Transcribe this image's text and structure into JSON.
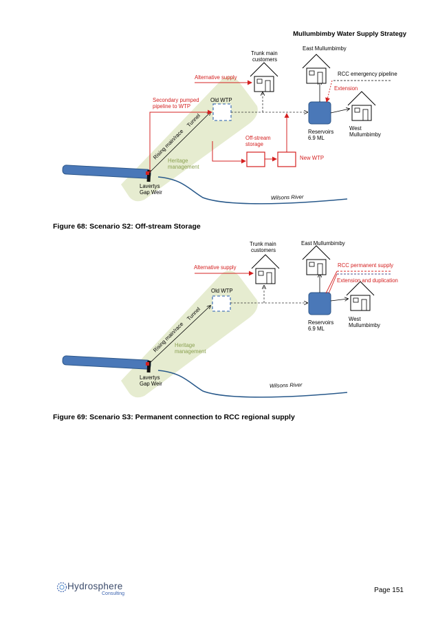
{
  "header": {
    "title": "Mullumbimby Water Supply Strategy"
  },
  "figure1": {
    "caption": "Figure 68: Scenario S2: Off-stream Storage",
    "labels": {
      "trunk_main": [
        "Trunk main",
        "customers"
      ],
      "east": "East Mullumbimby",
      "alternative": "Alternative supply",
      "rcc_emergency": "RCC emergency pipeline",
      "extension": "Extension",
      "secondary": [
        "Secondary pumped",
        "pipeline to WTP"
      ],
      "old_wtp": "Old WTP",
      "reservoirs": [
        "Reservoirs",
        "6.9 ML"
      ],
      "west": [
        "West",
        "Mullumbimby"
      ],
      "rising": "Rising main/race",
      "tunnel": "Tunnel",
      "offstream": [
        "Off-stream",
        "storage"
      ],
      "new_wtp": "New WTP",
      "heritage": [
        "Heritage",
        "management"
      ],
      "weir": [
        "Lavertys",
        "Gap Weir"
      ],
      "river": "Wilsons River"
    }
  },
  "figure2": {
    "caption": "Figure 69: Scenario S3: Permanent connection to RCC regional supply",
    "labels": {
      "trunk_main": [
        "Trunk main",
        "customers"
      ],
      "east": "East Mullumbimby",
      "alternative": "Alternative supply",
      "rcc_permanent": "RCC permanent supply",
      "ext_dup": "Extension and duplication",
      "old_wtp": "Old WTP",
      "reservoirs": [
        "Reservoirs",
        "6.9 ML"
      ],
      "west": [
        "West",
        "Mullumbimby"
      ],
      "rising": "Rising main/race",
      "tunnel": "Tunnel",
      "heritage": [
        "Heritage",
        "management"
      ],
      "weir": [
        "Lavertys",
        "Gap Weir"
      ],
      "river": "Wilsons River"
    }
  },
  "footer": {
    "logo_name": "Hydrosphere",
    "logo_sub": "Consulting",
    "page": "Page 151"
  },
  "colors": {
    "red": "#d42020",
    "blue": "#4a78b8",
    "dark_blue": "#27588a",
    "heritage_fill": "#e6ecd0",
    "heritage_text": "#8aa050"
  }
}
